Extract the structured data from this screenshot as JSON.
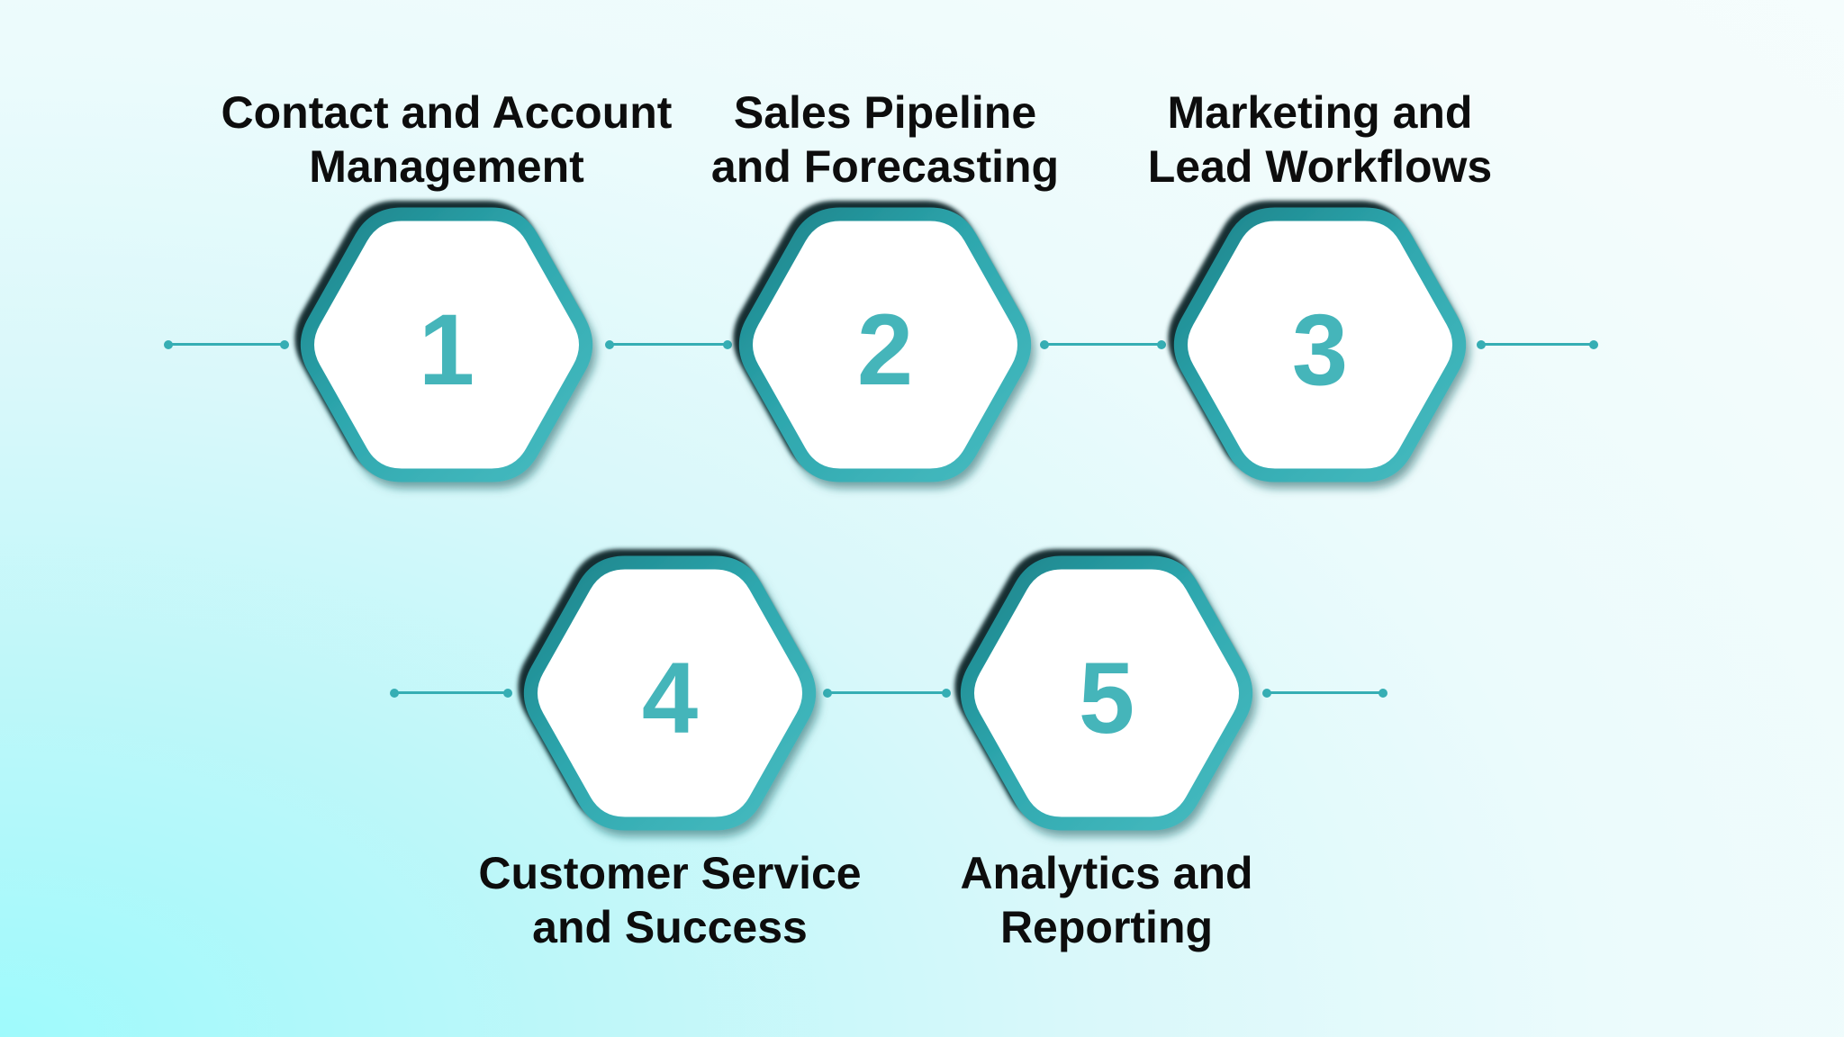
{
  "diagram": {
    "type": "numbered-hexagon-process",
    "steps": [
      {
        "number": "1",
        "label_line1": "Contact and Account",
        "label_line2": "Management"
      },
      {
        "number": "2",
        "label_line1": "Sales Pipeline",
        "label_line2": "and Forecasting"
      },
      {
        "number": "3",
        "label_line1": "Marketing and",
        "label_line2": "Lead Workflows"
      },
      {
        "number": "4",
        "label_line1": "Customer Service",
        "label_line2": "and Success"
      },
      {
        "number": "5",
        "label_line1": "Analytics and",
        "label_line2": "Reporting"
      }
    ],
    "colors": {
      "hexagon_stroke": "#2ea7ae",
      "hexagon_stroke_light": "#48bcc1",
      "hexagon_stroke_dark": "#1a8289",
      "inner_rim_shadow": "#122f33",
      "number_text": "#45b5ba",
      "connector_line": "#36aeb4",
      "label_text": "#0d0d0d",
      "background_cyan": "#9ffafc",
      "background_white": "#f5fdfd"
    }
  }
}
